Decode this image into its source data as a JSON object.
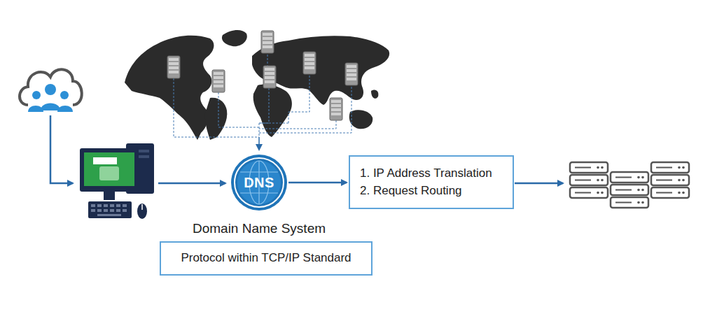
{
  "diagram": {
    "nodes": [
      {
        "text": [
          "DNS",
          "Domain Name System"
        ]
      },
      {
        "text": [
          "Protocol within TCP/IP Standard"
        ]
      },
      {
        "text": [
          "1. IP Address Translation",
          "2. Request Routing"
        ]
      }
    ],
    "edges": [
      {
        "from": 0,
        "to": 2,
        "arrow": "to"
      }
    ]
  }
}
